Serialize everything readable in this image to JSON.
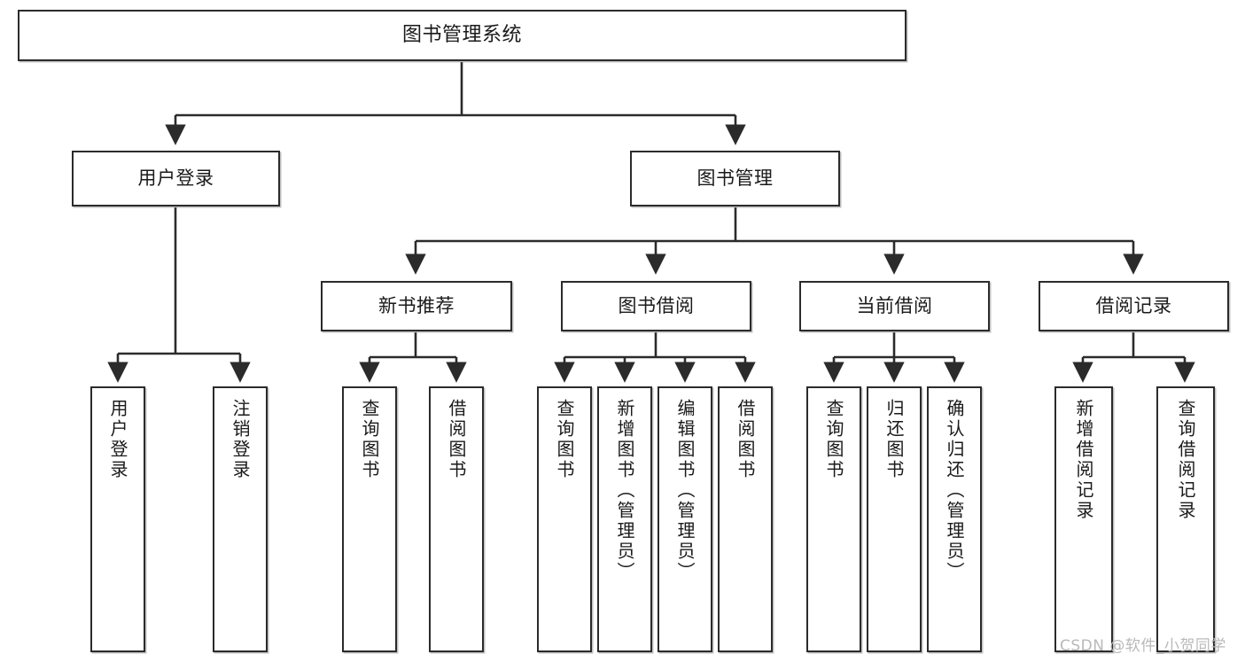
{
  "diagram": {
    "type": "tree-hierarchy-chart",
    "title": "图书管理系统",
    "watermark": "CSDN @软件_小贺同学",
    "colors": {
      "box_border": "#2b2b2b",
      "box_fill": "#ffffff",
      "connector": "#2b2b2b",
      "text": "#1a1a1a",
      "watermark": "#b9b9b9",
      "background": "#ffffff"
    },
    "levels": {
      "root": {
        "label": "图书管理系统"
      },
      "level2": [
        {
          "id": "user-login",
          "label": "用户登录"
        },
        {
          "id": "book-management",
          "label": "图书管理"
        }
      ],
      "level3": [
        {
          "id": "new-book-recommend",
          "label": "新书推荐",
          "parent": "book-management"
        },
        {
          "id": "book-borrow",
          "label": "图书借阅",
          "parent": "book-management"
        },
        {
          "id": "current-borrow",
          "label": "当前借阅",
          "parent": "book-management"
        },
        {
          "id": "borrow-record",
          "label": "借阅记录",
          "parent": "book-management"
        }
      ],
      "leaves": [
        {
          "id": "leaf-user-login",
          "label": "用户登录",
          "parent": "user-login"
        },
        {
          "id": "leaf-logout-login",
          "label": "注销登录",
          "parent": "user-login"
        },
        {
          "id": "leaf-query-book-1",
          "label": "查询图书",
          "parent": "new-book-recommend"
        },
        {
          "id": "leaf-borrow-book-1",
          "label": "借阅图书",
          "parent": "new-book-recommend"
        },
        {
          "id": "leaf-query-book-2",
          "label": "查询图书",
          "parent": "book-borrow"
        },
        {
          "id": "leaf-add-book",
          "label": "新增图书（管理员）",
          "parent": "book-borrow"
        },
        {
          "id": "leaf-edit-book",
          "label": "编辑图书（管理员）",
          "parent": "book-borrow"
        },
        {
          "id": "leaf-borrow-book-2",
          "label": "借阅图书",
          "parent": "book-borrow"
        },
        {
          "id": "leaf-query-book-3",
          "label": "查询图书",
          "parent": "current-borrow"
        },
        {
          "id": "leaf-return-book",
          "label": "归还图书",
          "parent": "current-borrow"
        },
        {
          "id": "leaf-confirm-return",
          "label": "确认归还（管理员）",
          "parent": "current-borrow"
        },
        {
          "id": "leaf-add-record",
          "label": "新增借阅记录",
          "parent": "borrow-record"
        },
        {
          "id": "leaf-query-record",
          "label": "查询借阅记录",
          "parent": "borrow-record"
        }
      ]
    }
  }
}
